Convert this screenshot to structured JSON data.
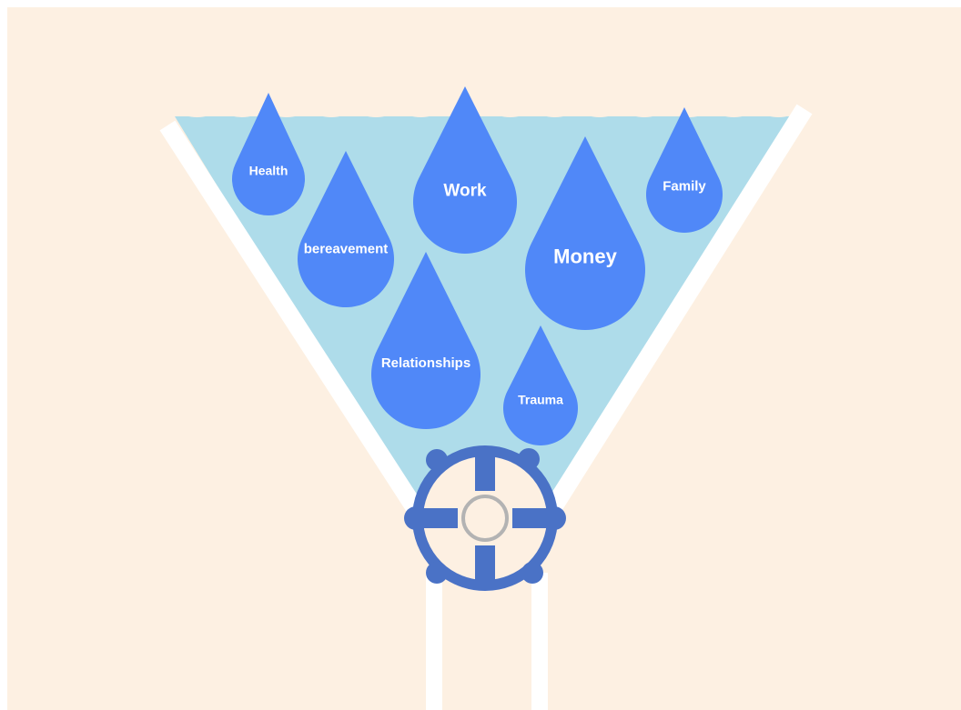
{
  "colors": {
    "background": "#fdf0e2",
    "water": "#aedcea",
    "funnel_wall": "#ffffff",
    "drop": "#5088f8",
    "valve": "#4a72c6",
    "valve_center": "#b3b3b3",
    "label_text": "#ffffff"
  },
  "drops": [
    {
      "id": "health",
      "label": "Health"
    },
    {
      "id": "bereavement",
      "label": "bereavement"
    },
    {
      "id": "work",
      "label": "Work"
    },
    {
      "id": "money",
      "label": "Money"
    },
    {
      "id": "family",
      "label": "Family"
    },
    {
      "id": "relationships",
      "label": "Relationships"
    },
    {
      "id": "trauma",
      "label": "Trauma"
    }
  ],
  "icons": {
    "valve": "valve-wheel-icon",
    "waves": "wave-surface"
  }
}
